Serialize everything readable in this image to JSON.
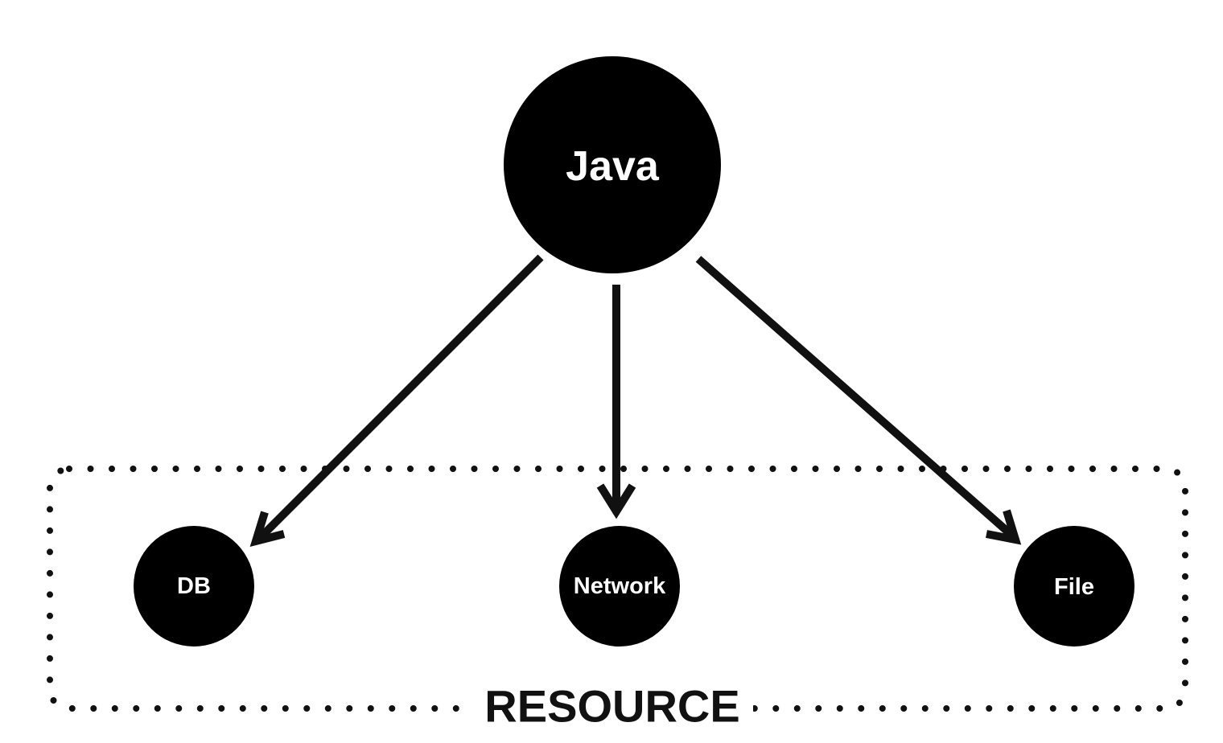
{
  "diagram": {
    "nodes": {
      "java": {
        "label": "Java"
      },
      "db": {
        "label": "DB"
      },
      "network": {
        "label": "Network"
      },
      "file": {
        "label": "File"
      }
    },
    "group": {
      "label": "RESOURCE"
    },
    "edges": [
      {
        "from": "Java",
        "to": "DB"
      },
      {
        "from": "Java",
        "to": "Network"
      },
      {
        "from": "Java",
        "to": "File"
      }
    ],
    "colors": {
      "node_fill": "#000000",
      "node_text": "#ffffff",
      "line": "#111111",
      "background": "#ffffff"
    }
  }
}
